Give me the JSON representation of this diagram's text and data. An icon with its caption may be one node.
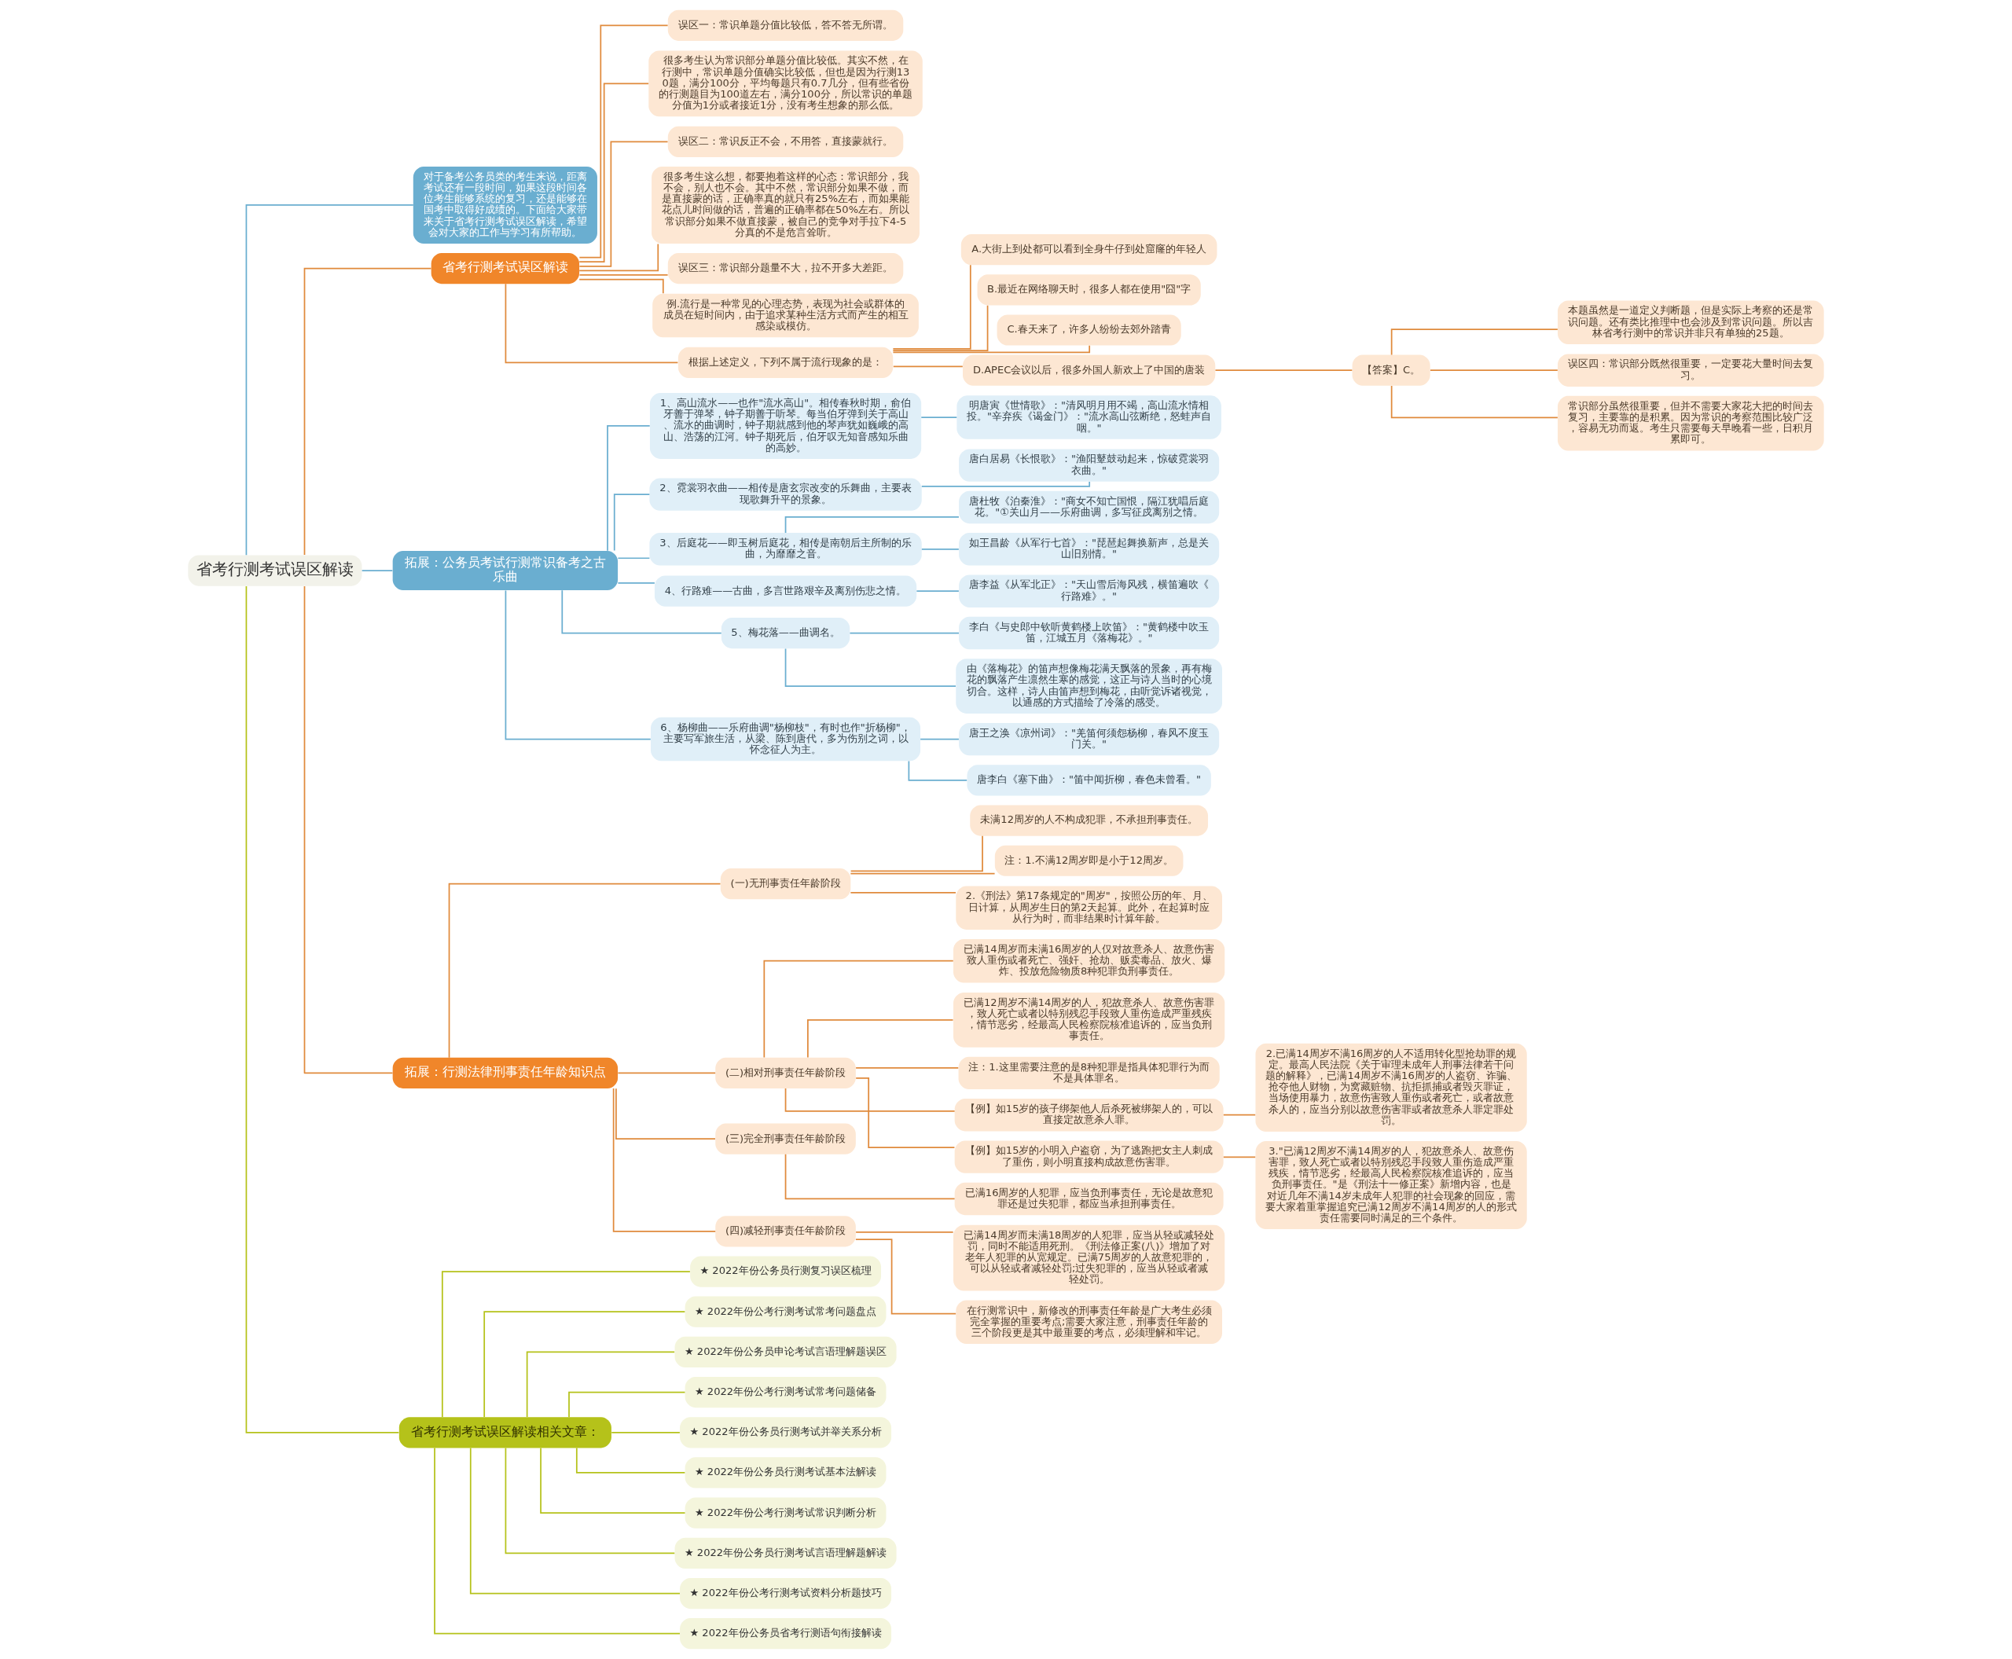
{
  "diagram": {
    "nodes": [
      {
        "text": [
          "省考行测考试误区解读"
        ]
      },
      {
        "text": [
          "对于备考公务员类的考生来说，距离考试还有一段时间，如果这段时间各位考生能够系统的复习，还是能够在国考中取得好成绩的。下面给大家带来关于省考行测考试误区解读，希望会对大家的工作与学习有所帮助。"
        ]
      },
      {
        "text": [
          "省考行测考试误区解读"
        ]
      },
      {
        "text": [
          "误区一：常识单题分值比较低，答不答无所谓。"
        ]
      },
      {
        "text": [
          "很多考生认为常识部分单题分值比较低。其实不然，在行测中，常识单题分值确实比较低，但也是因为行测130题，满分100分，平均每题只有0.7几分，但有些省份的行测题目为100道左右，满分100分，所以常识的单题分值为1分或者接近1分，没有考生想象的那么低。"
        ]
      },
      {
        "text": [
          "误区二：常识反正不会，不用答，直接蒙就行。"
        ]
      },
      {
        "text": [
          "很多考生这么想，都要抱着这样的心态：常识部分，我不会，别人也不会。其中不然，常识部分如果不做，而是直接蒙的话，正确率真的就只有25%左右，而如果能花点儿时间做的话，普遍的正确率都在50%左右。所以常识部分如果不做直接蒙，被自己的竞争对手拉下4-5分真的不是危言耸听。"
        ]
      },
      {
        "text": [
          "误区三：常识部分题量不大，拉不开多大差距。"
        ]
      },
      {
        "text": [
          "例.流行是一种常见的心理态势，表现为社会或群体的成员在短时间内，由于追求某种生活方式而产生的相互感染或模仿。"
        ]
      },
      {
        "text": [
          "根据上述定义，下列不属于流行现象的是："
        ]
      },
      {
        "text": [
          "A.大街上到处都可以看到全身牛仔到处窟窿的年轻人"
        ]
      },
      {
        "text": [
          "B.最近在网络聊天时，很多人都在使用\"囧\"字"
        ]
      },
      {
        "text": [
          "C.春天来了，许多人纷纷去郊外踏青"
        ]
      },
      {
        "text": [
          "D.APEC会议以后，很多外国人新欢上了中国的唐装"
        ]
      },
      {
        "text": [
          "【答案】C。"
        ]
      },
      {
        "text": [
          "本题虽然是一道定义判断题，但是实际上考察的还是常识问题。还有类比推理中也会涉及到常识问题。所以吉林省考行测中的常识并非只有单独的25题。"
        ]
      },
      {
        "text": [
          "误区四：常识部分既然很重要，一定要花大量时间去复习。"
        ]
      },
      {
        "text": [
          "常识部分虽然很重要，但并不需要大家花大把的时间去复习，主要靠的是积累。因为常识的考察范围比较广泛，容易无功而返。考生只需要每天早晚看一些，日积月累即可。"
        ]
      },
      {
        "text": [
          "拓展：公务员考试行测常识备考之古乐曲"
        ]
      },
      {
        "text": [
          "1、高山流水——也作\"流水高山\"。相传春秋时期，俞伯牙善于弹琴，钟子期善于听琴。每当伯牙弹到关于高山、流水的曲调时，钟子期就感到他的琴声犹如巍峨的高山、浩荡的江河。钟子期死后，伯牙叹无知音感知乐曲的高妙。"
        ]
      },
      {
        "text": [
          "明唐寅《世情歌》：\"清风明月用不竭，高山流水情相投。\"辛弃疾《谒金门》：\"流水高山弦断绝，怒蛙声自咽。\""
        ]
      },
      {
        "text": [
          "2、霓裳羽衣曲——相传是唐玄宗改变的乐舞曲，主要表现歌舞升平的景象。"
        ]
      },
      {
        "text": [
          "唐白居易《长恨歌》：\"渔阳鼙鼓动起来，惊破霓裳羽衣曲。\""
        ]
      },
      {
        "text": [
          "3、后庭花——即玉树后庭花，相传是南朝后主所制的乐曲，为靡靡之音。"
        ]
      },
      {
        "text": [
          "唐杜牧《泊秦淮》：\"商女不知亡国恨，隔江犹唱后庭花。\"①关山月——乐府曲调，多写征戍离别之情。"
        ]
      },
      {
        "text": [
          "如王昌龄《从军行七首》：\"琵琶起舞换新声，总是关山旧别情。\""
        ]
      },
      {
        "text": [
          "4、行路难——古曲，多言世路艰辛及离别伤悲之情。"
        ]
      },
      {
        "text": [
          "唐李益《从军北正》：\"天山雪后海风残，横笛遍吹《行路难》。\""
        ]
      },
      {
        "text": [
          "5、梅花落——曲调名。"
        ]
      },
      {
        "text": [
          "李白《与史郎中钦听黄鹤楼上吹笛》：\"黄鹤楼中吹玉笛，江城五月《落梅花》。\""
        ]
      },
      {
        "text": [
          "由《落梅花》的笛声想像梅花满天飘落的景象，再有梅花的飘落产生凛然生寒的感觉，这正与诗人当时的心境切合。这样，诗人由笛声想到梅花，由听觉诉诸视觉，以通感的方式描绘了冷落的感受。"
        ]
      },
      {
        "text": [
          "6、杨柳曲——乐府曲调\"杨柳枝\"，有时也作\"折杨柳\"，主要写军旅生活，从梁、陈到唐代，多为伤别之词，以怀念征人为主。"
        ]
      },
      {
        "text": [
          "唐王之涣《凉州词》：\"羌笛何须怨杨柳，春风不度玉门关。\""
        ]
      },
      {
        "text": [
          "唐李白《塞下曲》：\"笛中闻折柳，春色未曾看。\""
        ]
      },
      {
        "text": [
          "拓展：行测法律刑事责任年龄知识点"
        ]
      },
      {
        "text": [
          "(一)无刑事责任年龄阶段"
        ]
      },
      {
        "text": [
          "未满12周岁的人不构成犯罪，不承担刑事责任。"
        ]
      },
      {
        "text": [
          "注：1.不满12周岁即是小于12周岁。"
        ]
      },
      {
        "text": [
          "2.《刑法》第17条规定的\"周岁\"，按照公历的年、月、日计算，从周岁生日的第2天起算。此外，在起算时应从行为时，而非结果时计算年龄。"
        ]
      },
      {
        "text": [
          "(二)相对刑事责任年龄阶段"
        ]
      },
      {
        "text": [
          "已满14周岁而未满16周岁的人仅对故意杀人、故意伤害致人重伤或者死亡、强奸、抢劫、贩卖毒品、放火、爆炸、投放危险物质8种犯罪负刑事责任。"
        ]
      },
      {
        "text": [
          "已满12周岁不满14周岁的人，犯故意杀人、故意伤害罪，致人死亡或者以特别残忍手段致人重伤造成严重残疾，情节恶劣，经最高人民检察院核准追诉的，应当负刑事责任。"
        ]
      },
      {
        "text": [
          "注：1.这里需要注意的是8种犯罪是指具体犯罪行为而不是具体罪名。"
        ]
      },
      {
        "text": [
          "【例】如15岁的孩子绑架他人后杀死被绑架人的，可以直接定故意杀人罪。"
        ]
      },
      {
        "text": [
          "2.已满14周岁不满16周岁的人不适用转化型抢劫罪的规定。最高人民法院《关于审理未成年人刑事法律若干问题的解释》，已满14周岁不满16周岁的人盗窃、诈骗、抢夺他人财物，为窝藏赃物、抗拒抓捕或者毁灭罪证，当场使用暴力，故意伤害致人重伤或者死亡，或者故意杀人的，应当分别以故意伤害罪或者故意杀人罪定罪处罚。"
        ]
      },
      {
        "text": [
          "【例】如15岁的小明入户盗窃，为了逃跑把女主人刺成了重伤，则小明直接构成故意伤害罪。"
        ]
      },
      {
        "text": [
          "3.\"已满12周岁不满14周岁的人，犯故意杀人、故意伤害罪，致人死亡或者以特别残忍手段致人重伤造成严重残疾，情节恶劣，经最高人民检察院核准追诉的，应当负刑事责任。\"是《刑法十一修正案》新增内容，也是对近几年不满14岁未成年人犯罪的社会现象的回应，需要大家着重掌握追究已满12周岁不满14周岁的人的形式责任需要同时满足的三个条件。"
        ]
      },
      {
        "text": [
          "(三)完全刑事责任年龄阶段"
        ]
      },
      {
        "text": [
          "已满16周岁的人犯罪，应当负刑事责任，无论是故意犯罪还是过失犯罪，都应当承担刑事责任。"
        ]
      },
      {
        "text": [
          "(四)减轻刑事责任年龄阶段"
        ]
      },
      {
        "text": [
          "已满14周岁而未满18周岁的人犯罪，应当从轻或减轻处罚，同时不能适用死刑。《刑法修正案(八)》增加了对老年人犯罪的从宽规定。已满75周岁的人故意犯罪的，可以从轻或者减轻处罚;过失犯罪的，应当从轻或者减轻处罚。"
        ]
      },
      {
        "text": [
          "在行测常识中，新修改的刑事责任年龄是广大考生必须完全掌握的重要考点;需要大家注意，刑事责任年龄的三个阶段更是其中最重要的考点，必须理解和牢记。"
        ]
      },
      {
        "text": [
          "省考行测考试误区解读相关文章："
        ]
      },
      {
        "text": [
          "★ 2022年份公务员行测复习误区梳理"
        ]
      },
      {
        "text": [
          "★ 2022年份公考行测考试常考问题盘点"
        ]
      },
      {
        "text": [
          "★ 2022年份公务员申论考试言语理解题误区"
        ]
      },
      {
        "text": [
          "★ 2022年份公考行测考试常考问题储备"
        ]
      },
      {
        "text": [
          "★ 2022年份公务员行测考试并举关系分析"
        ]
      },
      {
        "text": [
          "★ 2022年份公务员行测考试基本法解读"
        ]
      },
      {
        "text": [
          "★ 2022年份公考行测考试常识判断分析"
        ]
      },
      {
        "text": [
          "★ 2022年份公务员行测考试言语理解题解读"
        ]
      },
      {
        "text": [
          "★ 2022年份公考行测考试资料分析题技巧"
        ]
      },
      {
        "text": [
          "★ 2022年份公务员省考行测语句衔接解读"
        ]
      }
    ],
    "edges": [
      {
        "from": 0,
        "to": 1,
        "arrow": "none",
        "color": "#6aaed0"
      },
      {
        "from": 0,
        "to": 2,
        "arrow": "none"
      },
      {
        "from": 2,
        "to": 3,
        "arrow": "none"
      },
      {
        "from": 2,
        "to": 4,
        "arrow": "none"
      },
      {
        "from": 2,
        "to": 5,
        "arrow": "none"
      },
      {
        "from": 2,
        "to": 6,
        "arrow": "none"
      },
      {
        "from": 2,
        "to": 7,
        "arrow": "none"
      },
      {
        "from": 2,
        "to": 8,
        "arrow": "none"
      },
      {
        "from": 2,
        "to": 9,
        "arrow": "none"
      },
      {
        "from": 9,
        "to": 10,
        "arrow": "none"
      },
      {
        "from": 9,
        "to": 11,
        "arrow": "none"
      },
      {
        "from": 9,
        "to": 12,
        "arrow": "none"
      },
      {
        "from": 9,
        "to": 13,
        "arrow": "none"
      },
      {
        "from": 13,
        "to": 14,
        "arrow": "none"
      },
      {
        "from": 14,
        "to": 15,
        "arrow": "none"
      },
      {
        "from": 14,
        "to": 16,
        "arrow": "none"
      },
      {
        "from": 14,
        "to": 17,
        "arrow": "none"
      },
      {
        "from": 0,
        "to": 18,
        "arrow": "none",
        "color": "#6aaed0"
      },
      {
        "from": 18,
        "to": 19,
        "arrow": "none",
        "color": "#6aaed0"
      },
      {
        "from": 19,
        "to": 20,
        "arrow": "none",
        "color": "#6aaed0"
      },
      {
        "from": 18,
        "to": 21,
        "arrow": "none",
        "color": "#6aaed0"
      },
      {
        "from": 21,
        "to": 22,
        "arrow": "none",
        "color": "#6aaed0"
      },
      {
        "from": 18,
        "to": 23,
        "arrow": "none",
        "color": "#6aaed0"
      },
      {
        "from": 23,
        "to": 24,
        "arrow": "none",
        "color": "#6aaed0"
      },
      {
        "from": 23,
        "to": 25,
        "arrow": "none",
        "color": "#6aaed0"
      },
      {
        "from": 18,
        "to": 26,
        "arrow": "none",
        "color": "#6aaed0"
      },
      {
        "from": 26,
        "to": 27,
        "arrow": "none",
        "color": "#6aaed0"
      },
      {
        "from": 18,
        "to": 28,
        "arrow": "none",
        "color": "#6aaed0"
      },
      {
        "from": 28,
        "to": 29,
        "arrow": "none",
        "color": "#6aaed0"
      },
      {
        "from": 28,
        "to": 30,
        "arrow": "none",
        "color": "#6aaed0"
      },
      {
        "from": 18,
        "to": 31,
        "arrow": "none",
        "color": "#6aaed0"
      },
      {
        "from": 31,
        "to": 32,
        "arrow": "none",
        "color": "#6aaed0"
      },
      {
        "from": 31,
        "to": 33,
        "arrow": "none",
        "color": "#6aaed0"
      },
      {
        "from": 0,
        "to": 34,
        "arrow": "none"
      },
      {
        "from": 34,
        "to": 35,
        "arrow": "none"
      },
      {
        "from": 35,
        "to": 36,
        "arrow": "none"
      },
      {
        "from": 35,
        "to": 37,
        "arrow": "none"
      },
      {
        "from": 35,
        "to": 38,
        "arrow": "none"
      },
      {
        "from": 34,
        "to": 39,
        "arrow": "none"
      },
      {
        "from": 39,
        "to": 40,
        "arrow": "none"
      },
      {
        "from": 39,
        "to": 41,
        "arrow": "none"
      },
      {
        "from": 39,
        "to": 42,
        "arrow": "none"
      },
      {
        "from": 39,
        "to": 43,
        "arrow": "none"
      },
      {
        "from": 43,
        "to": 44,
        "arrow": "none"
      },
      {
        "from": 39,
        "to": 45,
        "arrow": "none"
      },
      {
        "from": 45,
        "to": 46,
        "arrow": "none"
      },
      {
        "from": 34,
        "to": 47,
        "arrow": "none"
      },
      {
        "from": 47,
        "to": 48,
        "arrow": "none"
      },
      {
        "from": 34,
        "to": 49,
        "arrow": "none"
      },
      {
        "from": 49,
        "to": 50,
        "arrow": "none"
      },
      {
        "from": 49,
        "to": 51,
        "arrow": "none"
      },
      {
        "from": 0,
        "to": 52,
        "arrow": "none",
        "color": "#b5c21a"
      },
      {
        "from": 52,
        "to": 53,
        "arrow": "none",
        "color": "#b5c21a"
      },
      {
        "from": 52,
        "to": 54,
        "arrow": "none",
        "color": "#b5c21a"
      },
      {
        "from": 52,
        "to": 55,
        "arrow": "none",
        "color": "#b5c21a"
      },
      {
        "from": 52,
        "to": 56,
        "arrow": "none",
        "color": "#b5c21a"
      },
      {
        "from": 52,
        "to": 57,
        "arrow": "none",
        "color": "#b5c21a"
      },
      {
        "from": 52,
        "to": 58,
        "arrow": "none",
        "color": "#b5c21a"
      },
      {
        "from": 52,
        "to": 59,
        "arrow": "none",
        "color": "#b5c21a"
      },
      {
        "from": 52,
        "to": 60,
        "arrow": "none",
        "color": "#b5c21a"
      },
      {
        "from": 52,
        "to": 61,
        "arrow": "none",
        "color": "#b5c21a"
      },
      {
        "from": 52,
        "to": 62,
        "arrow": "none",
        "color": "#b5c21a"
      }
    ]
  }
}
